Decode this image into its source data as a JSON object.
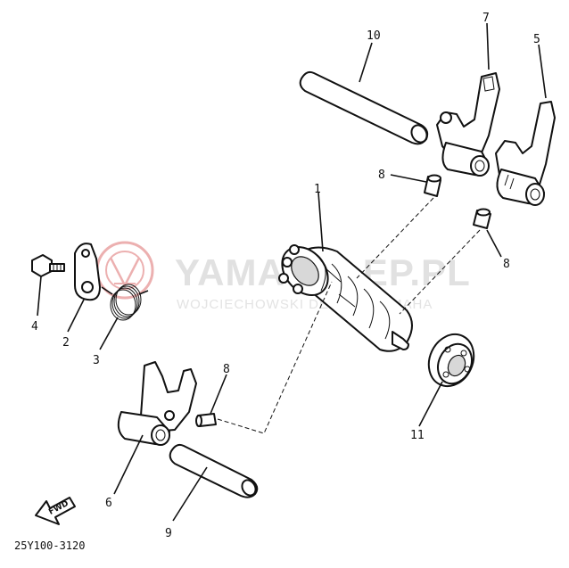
{
  "watermark": {
    "title": "YAMASKLEP.PL",
    "subtitle": "WOJCIECHOWSKI DEALER YAMAHA",
    "logo_color": "#e9a3a3"
  },
  "callouts": [
    {
      "id": "c1",
      "label": "1"
    },
    {
      "id": "c2",
      "label": "2"
    },
    {
      "id": "c3",
      "label": "3"
    },
    {
      "id": "c4",
      "label": "4"
    },
    {
      "id": "c5",
      "label": "5"
    },
    {
      "id": "c6",
      "label": "6"
    },
    {
      "id": "c7",
      "label": "7"
    },
    {
      "id": "c8a",
      "label": "8"
    },
    {
      "id": "c8b",
      "label": "8"
    },
    {
      "id": "c8c",
      "label": "8"
    },
    {
      "id": "c9",
      "label": "9"
    },
    {
      "id": "c10",
      "label": "10"
    },
    {
      "id": "c11",
      "label": "11"
    }
  ],
  "footer": {
    "diagram_code": "25Y100-3120",
    "direction_label": "FWD"
  }
}
